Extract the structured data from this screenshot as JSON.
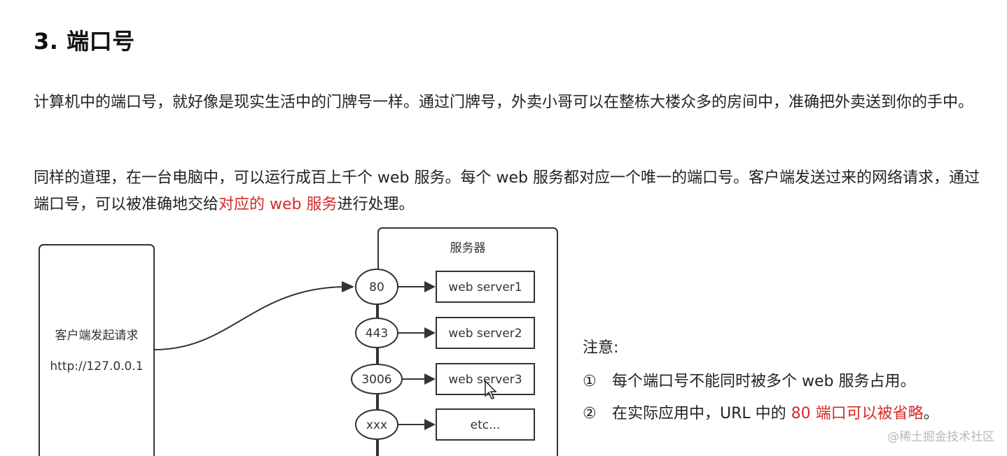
{
  "heading": "3. 端口号",
  "paragraph1": "计算机中的端口号，就好像是现实生活中的门牌号一样。通过门牌号，外卖小哥可以在整栋大楼众多的房间中，准确把外卖送到你的手中。",
  "paragraph2": {
    "before": "同样的道理，在一台电脑中，可以运行成百上千个 web 服务。每个 web 服务都对应一个唯一的端口号。客户端发送过来的网络请求，通过端口号，可以被准确地交给",
    "highlight": "对应的 web 服务",
    "after": "进行处理。"
  },
  "diagram": {
    "client_label": "客户端发起请求",
    "client_url": "http://127.0.0.1",
    "server_title": "服务器",
    "rows": [
      {
        "port": "80",
        "server": "web server1"
      },
      {
        "port": "443",
        "server": "web server2"
      },
      {
        "port": "3006",
        "server": "web server3"
      },
      {
        "port": "xxx",
        "server": "etc..."
      }
    ]
  },
  "note": {
    "title": "注意:",
    "items": [
      {
        "num": "①",
        "text": "每个端口号不能同时被多个 web 服务占用。",
        "highlight": "",
        "after": ""
      },
      {
        "num": "②",
        "text": "在实际应用中，URL 中的 ",
        "highlight": "80 端口可以被省略",
        "after": "。"
      }
    ]
  },
  "watermark": "@稀土掘金技术社区",
  "colors": {
    "highlight": "#d42a2a",
    "text": "#222222",
    "line": "#333333",
    "watermark": "#b8b8b8"
  }
}
